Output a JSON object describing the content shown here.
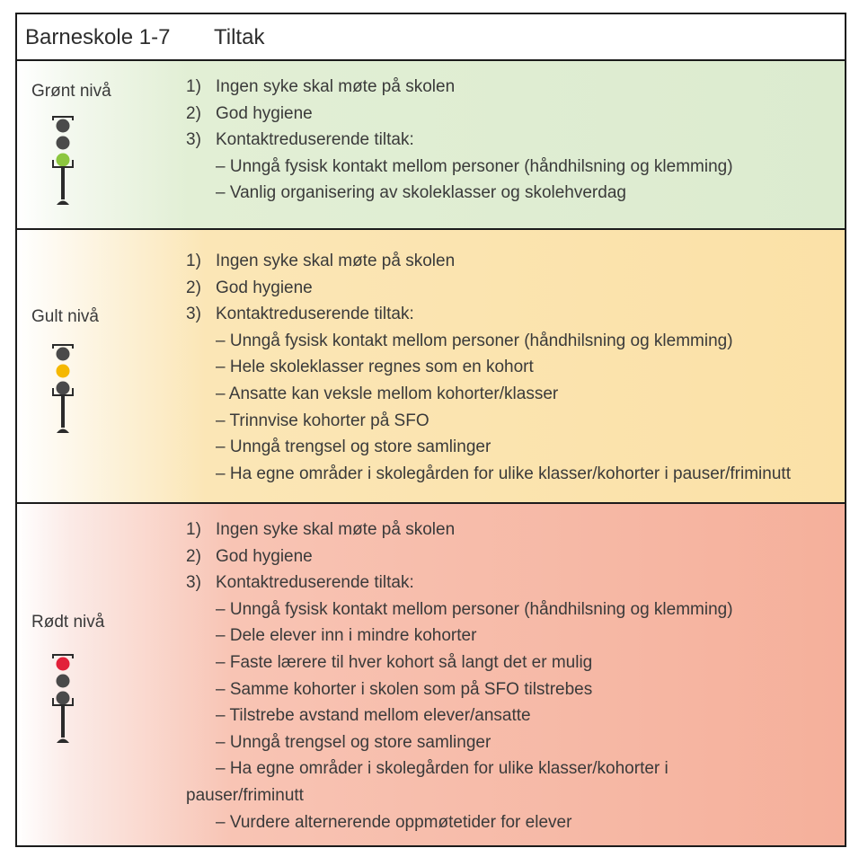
{
  "header": {
    "school": "Barneskole 1-7",
    "measures": "Tiltak"
  },
  "levels": [
    {
      "label": "Grønt nivå",
      "active_light": "bottom",
      "active_color": "#8cc63f",
      "items": [
        "Ingen syke skal møte på skolen",
        "God hygiene",
        "Kontaktreduserende tiltak:"
      ],
      "numbers": [
        "1)",
        "2)",
        "3)"
      ],
      "sub_items": [
        "– Unngå fysisk kontakt mellom personer (håndhilsning og klemming)",
        "– Vanlig organisering av skoleklasser og skolehverdag"
      ]
    },
    {
      "label": "Gult nivå",
      "active_light": "middle",
      "active_color": "#f5b800",
      "items": [
        "Ingen syke skal møte på skolen",
        "God hygiene",
        "Kontaktreduserende tiltak:"
      ],
      "numbers": [
        "1)",
        "2)",
        "3)"
      ],
      "sub_items": [
        "– Unngå fysisk kontakt mellom personer (håndhilsning og klemming)",
        "– Hele skoleklasser regnes som en kohort",
        "– Ansatte kan veksle mellom kohorter/klasser",
        "– Trinnvise kohorter på SFO",
        "– Unngå trengsel og store samlinger",
        "– Ha egne områder i skolegården for ulike klasser/kohorter i pauser/friminutt"
      ]
    },
    {
      "label": "Rødt nivå",
      "active_light": "top",
      "active_color": "#e2213a",
      "items": [
        "Ingen syke skal møte på skolen",
        "God hygiene",
        "Kontaktreduserende tiltak:"
      ],
      "numbers": [
        "1)",
        "2)",
        "3)"
      ],
      "sub_items": [
        "– Unngå fysisk kontakt mellom personer (håndhilsning og klemming)",
        "– Dele elever inn i mindre kohorter",
        "– Faste lærere til hver kohort så langt det er mulig",
        "– Samme kohorter i skolen som på SFO tilstrebes",
        "– Tilstrebe avstand mellom elever/ansatte",
        "– Unngå trengsel og store samlinger",
        "– Ha egne områder i skolegården for ulike klasser/kohorter i",
        "– Vurdere alternerende oppmøtetider for elever"
      ],
      "sub_item_7_continuation": "pauser/friminutt"
    }
  ],
  "colors": {
    "inactive_light": "#4a4a4a",
    "pole": "#2b2b2b"
  }
}
